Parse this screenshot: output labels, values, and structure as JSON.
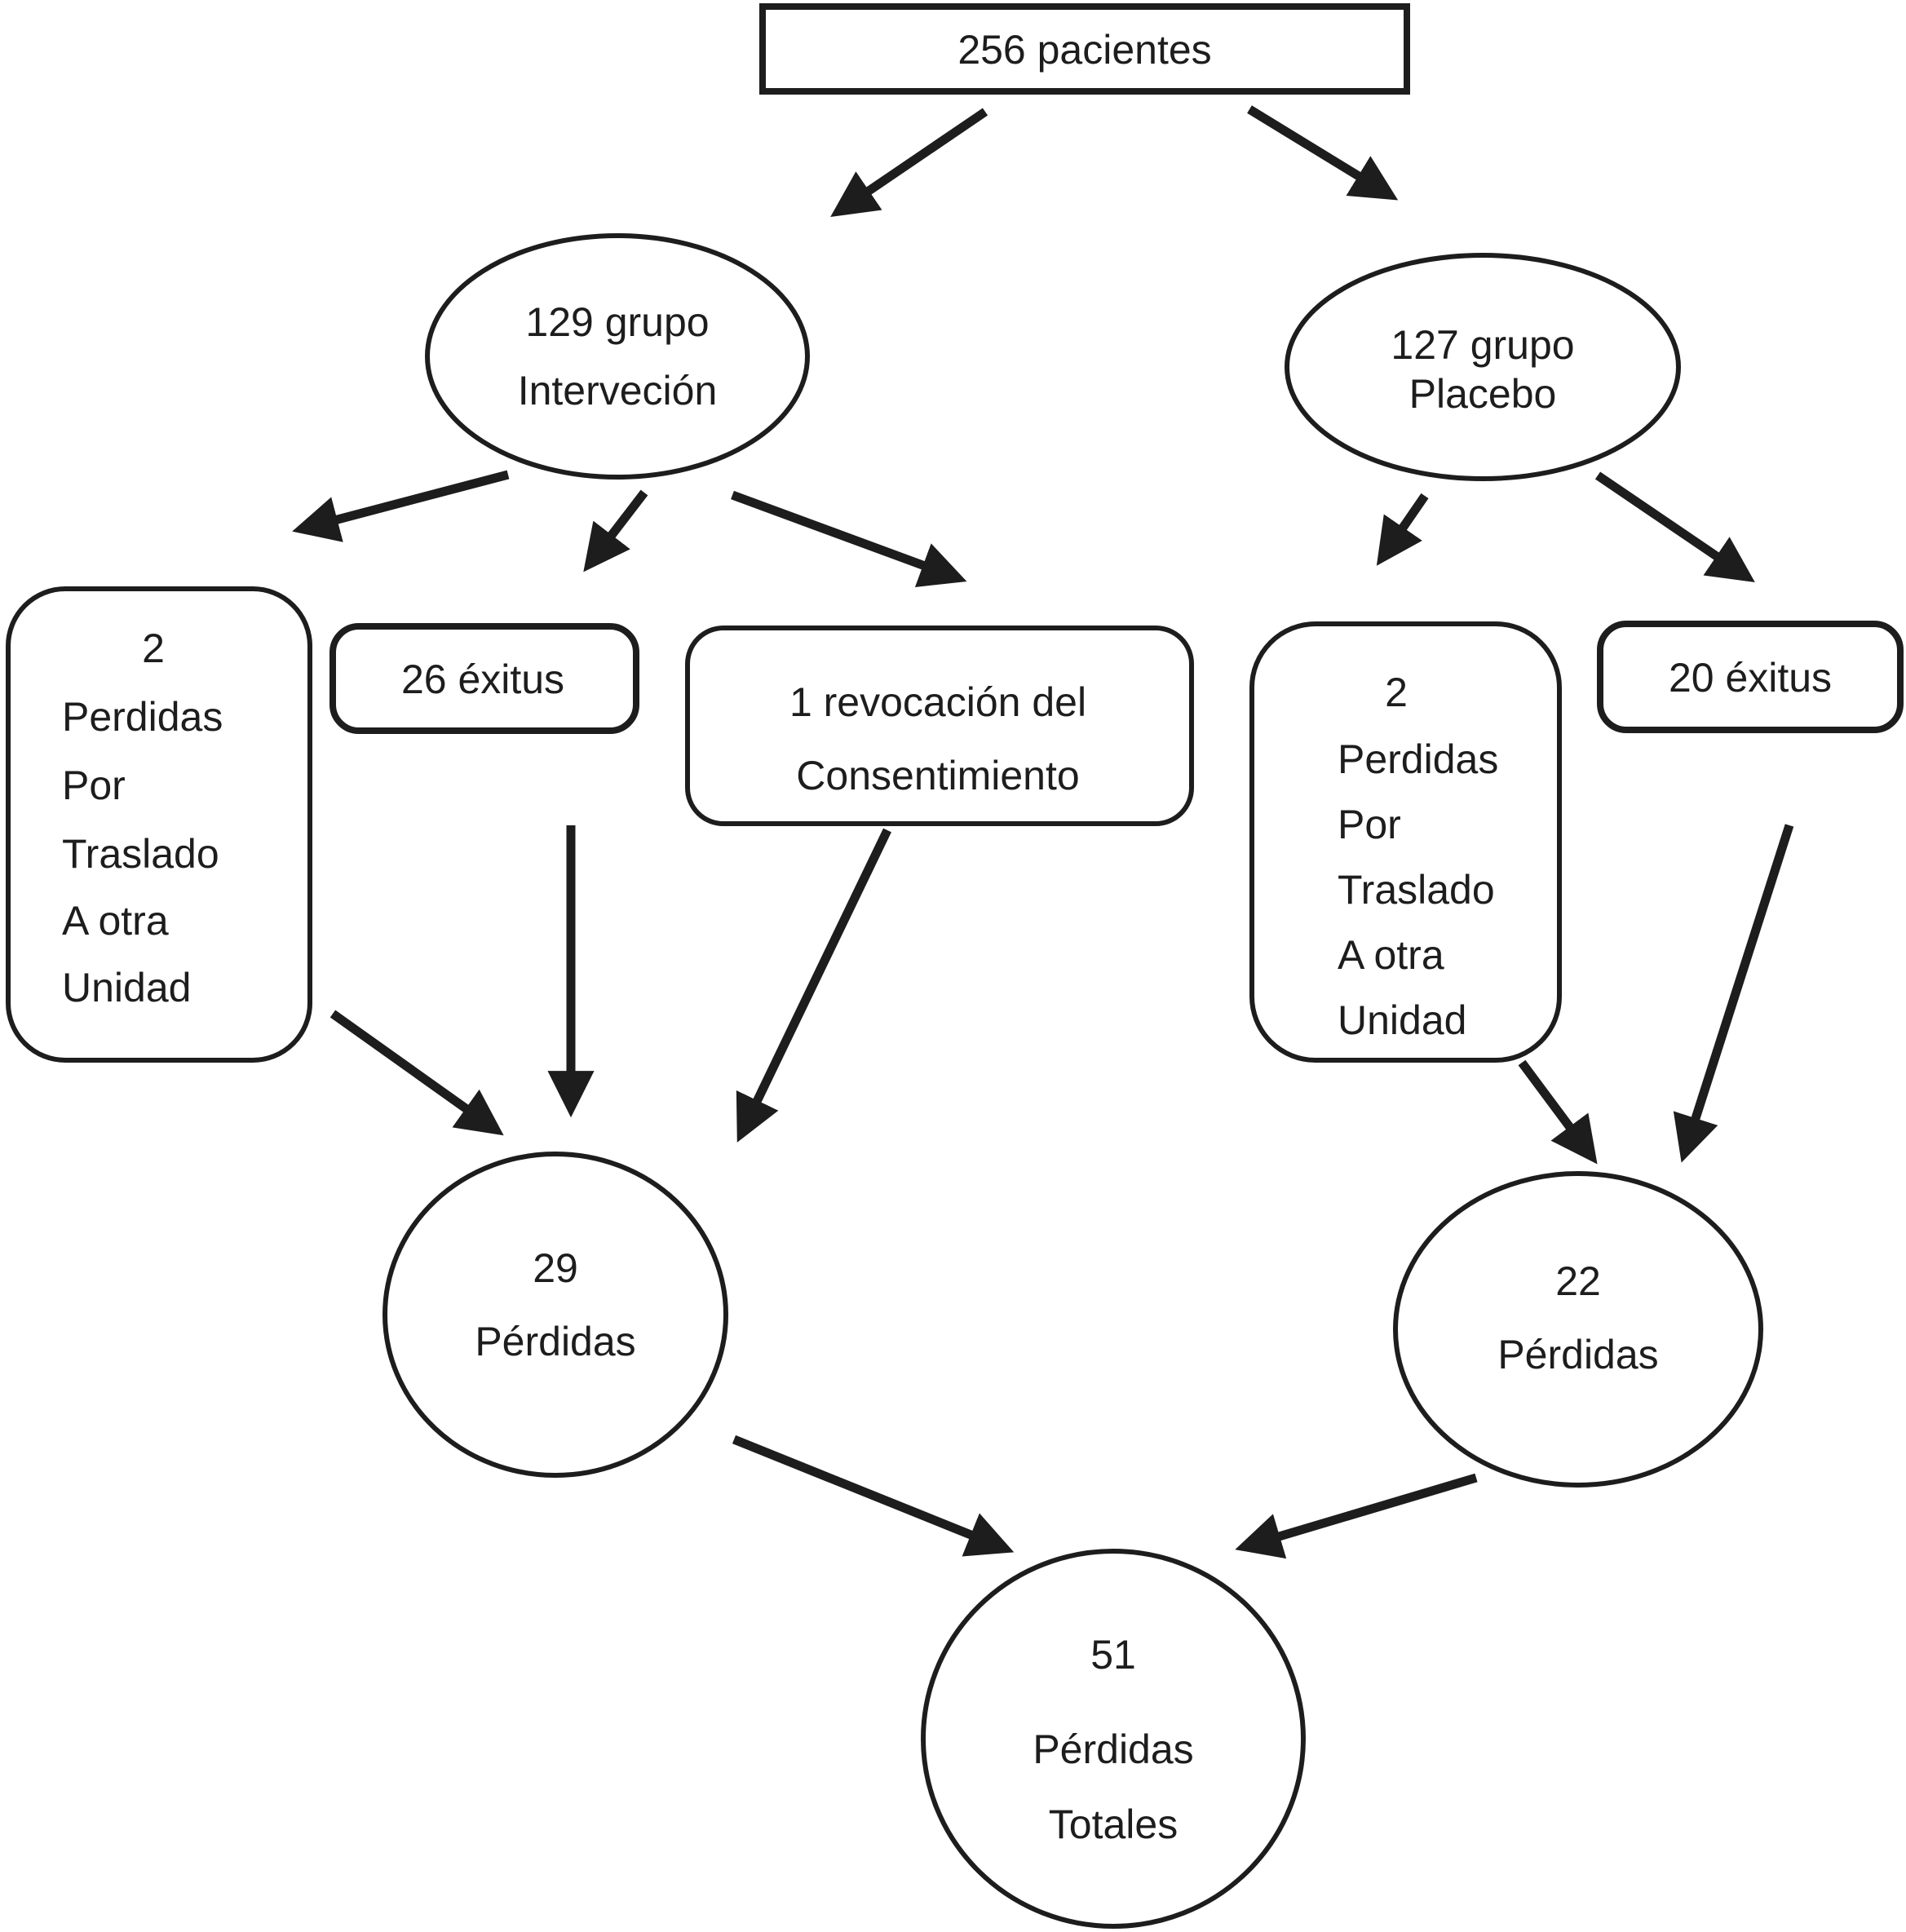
{
  "diagram": {
    "kind": "flowchart",
    "language": "es",
    "background_color": "#ffffff",
    "stroke_color": "#1d1d1d",
    "nodes": {
      "total": {
        "shape": "rectangle",
        "label": "256 pacientes"
      },
      "grupo_intervencion": {
        "shape": "ellipse",
        "lines": [
          "129 grupo",
          "Interveción"
        ]
      },
      "grupo_placebo": {
        "shape": "ellipse",
        "lines": [
          "127 grupo",
          "Placebo"
        ]
      },
      "perdidas_traslado_intervencion": {
        "shape": "rounded-rectangle",
        "lines": [
          "2",
          "Perdidas",
          "Por",
          "Traslado",
          "A otra",
          "Unidad"
        ]
      },
      "exitus_intervencion": {
        "shape": "rounded-rectangle",
        "label": "26 éxitus"
      },
      "revocacion_consentimiento": {
        "shape": "rounded-rectangle",
        "lines": [
          "1 revocación del",
          "Consentimiento"
        ]
      },
      "perdidas_traslado_placebo": {
        "shape": "rounded-rectangle",
        "lines": [
          "2",
          "Perdidas",
          "Por",
          "Traslado",
          "A otra",
          "Unidad"
        ]
      },
      "exitus_placebo": {
        "shape": "rounded-rectangle",
        "label": "20 éxitus"
      },
      "perdidas_intervencion": {
        "shape": "circle",
        "lines": [
          "29",
          "Pérdidas"
        ]
      },
      "perdidas_placebo": {
        "shape": "circle",
        "lines": [
          "22",
          "Pérdidas"
        ]
      },
      "perdidas_totales": {
        "shape": "circle",
        "lines": [
          "51",
          "Pérdidas",
          "Totales"
        ]
      }
    },
    "edges": [
      {
        "from": "total",
        "to": "grupo_intervencion"
      },
      {
        "from": "total",
        "to": "grupo_placebo"
      },
      {
        "from": "grupo_intervencion",
        "to": "perdidas_traslado_intervencion"
      },
      {
        "from": "grupo_intervencion",
        "to": "exitus_intervencion"
      },
      {
        "from": "grupo_intervencion",
        "to": "revocacion_consentimiento"
      },
      {
        "from": "grupo_placebo",
        "to": "perdidas_traslado_placebo"
      },
      {
        "from": "grupo_placebo",
        "to": "exitus_placebo"
      },
      {
        "from": "perdidas_traslado_intervencion",
        "to": "perdidas_intervencion"
      },
      {
        "from": "exitus_intervencion",
        "to": "perdidas_intervencion"
      },
      {
        "from": "revocacion_consentimiento",
        "to": "perdidas_intervencion"
      },
      {
        "from": "perdidas_traslado_placebo",
        "to": "perdidas_placebo"
      },
      {
        "from": "exitus_placebo",
        "to": "perdidas_placebo"
      },
      {
        "from": "perdidas_intervencion",
        "to": "perdidas_totales"
      },
      {
        "from": "perdidas_placebo",
        "to": "perdidas_totales"
      }
    ]
  }
}
